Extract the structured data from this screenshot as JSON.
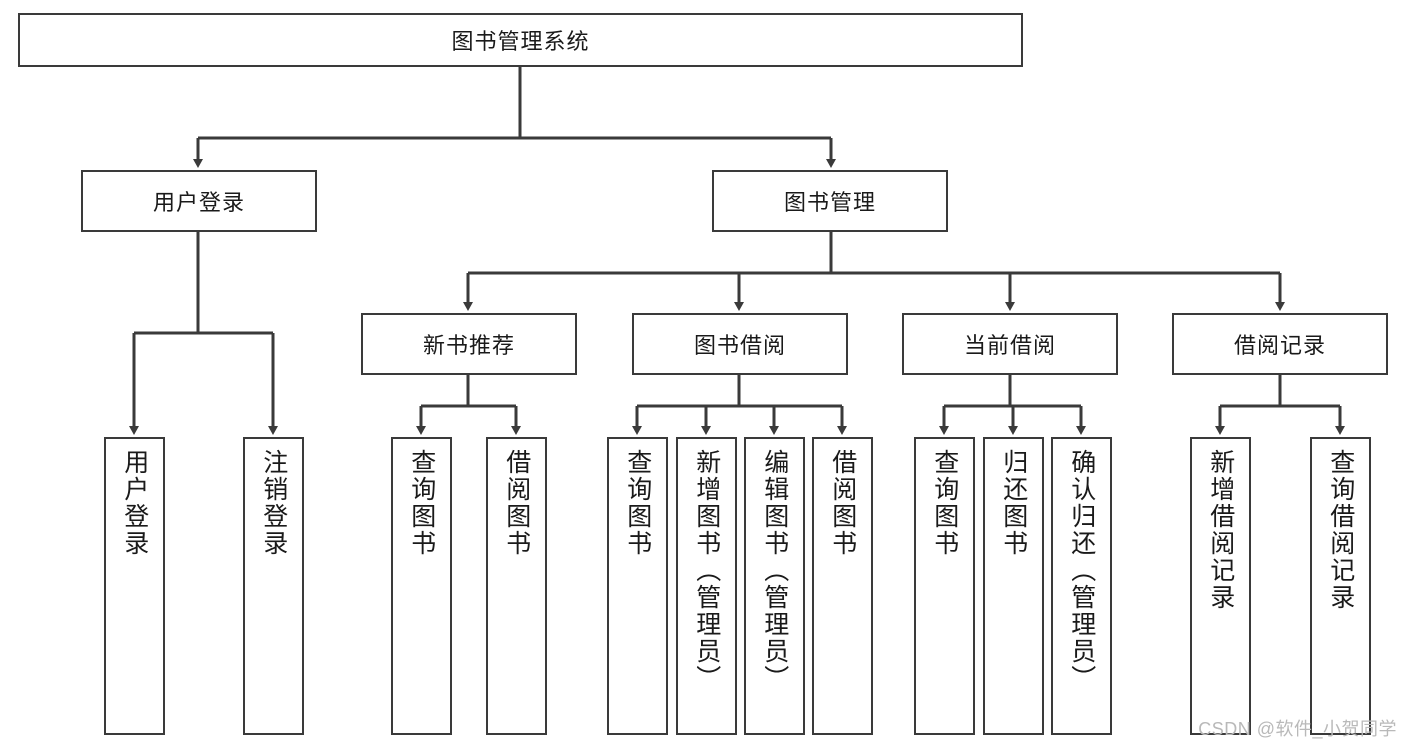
{
  "diagram": {
    "type": "tree",
    "title": "图书管理系统",
    "root": {
      "label": "图书管理系统"
    },
    "level2": [
      {
        "label": "用户登录"
      },
      {
        "label": "图书管理"
      }
    ],
    "level3": [
      {
        "label": "新书推荐"
      },
      {
        "label": "图书借阅"
      },
      {
        "label": "当前借阅"
      },
      {
        "label": "借阅记录"
      }
    ],
    "leaves": {
      "user_login": [
        "用户登录",
        "注销登录"
      ],
      "new_book_recommend": [
        "查询图书",
        "借阅图书"
      ],
      "book_borrow": [
        "查询图书",
        "新增图书（管理员）",
        "编辑图书（管理员）",
        "借阅图书"
      ],
      "current_borrow": [
        "查询图书",
        "归还图书",
        "确认归还（管理员）"
      ],
      "borrow_record": [
        "新增借阅记录",
        "查询借阅记录"
      ]
    },
    "edges": [
      {
        "from": "图书管理系统",
        "to": "用户登录"
      },
      {
        "from": "图书管理系统",
        "to": "图书管理"
      },
      {
        "from": "用户登录",
        "to": "用户登录"
      },
      {
        "from": "用户登录",
        "to": "注销登录"
      },
      {
        "from": "图书管理",
        "to": "新书推荐"
      },
      {
        "from": "图书管理",
        "to": "图书借阅"
      },
      {
        "from": "图书管理",
        "to": "当前借阅"
      },
      {
        "from": "图书管理",
        "to": "借阅记录"
      },
      {
        "from": "新书推荐",
        "to": "查询图书"
      },
      {
        "from": "新书推荐",
        "to": "借阅图书"
      },
      {
        "from": "图书借阅",
        "to": "查询图书"
      },
      {
        "from": "图书借阅",
        "to": "新增图书（管理员）"
      },
      {
        "from": "图书借阅",
        "to": "编辑图书（管理员）"
      },
      {
        "from": "图书借阅",
        "to": "借阅图书"
      },
      {
        "from": "当前借阅",
        "to": "查询图书"
      },
      {
        "from": "当前借阅",
        "to": "归还图书"
      },
      {
        "from": "当前借阅",
        "to": "确认归还（管理员）"
      },
      {
        "from": "借阅记录",
        "to": "新增借阅记录"
      },
      {
        "from": "借阅记录",
        "to": "查询借阅记录"
      }
    ],
    "colors": {
      "stroke": "#3a3a3a",
      "fill": "#ffffff",
      "text": "#1a1a1a",
      "watermark": "#b9b9b9"
    }
  },
  "watermark": {
    "text": "CSDN @软件_小贺同学"
  }
}
